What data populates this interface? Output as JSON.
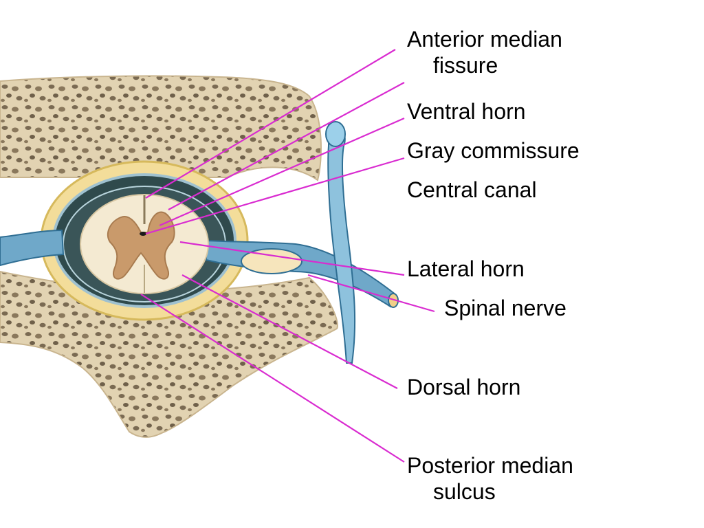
{
  "diagram": {
    "leader_color": "#d92bd0",
    "labels": {
      "anterior_median_fissure": {
        "line1": "Anterior median",
        "line2": "fissure"
      },
      "ventral_horn": "Ventral horn",
      "gray_commissure": "Gray commissure",
      "central_canal": "Central canal",
      "lateral_horn": "Lateral horn",
      "spinal_nerve": "Spinal nerve",
      "dorsal_horn": "Dorsal horn",
      "posterior_median_sulcus": {
        "line1": "Posterior median",
        "line2": "sulcus"
      }
    }
  }
}
